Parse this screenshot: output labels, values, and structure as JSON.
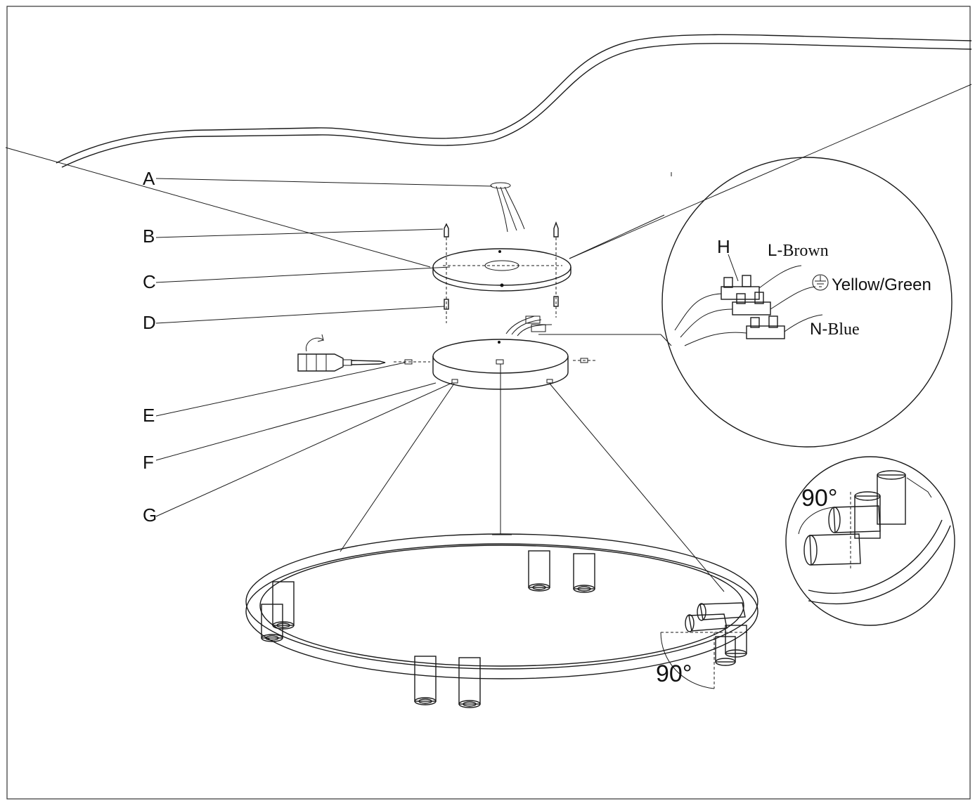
{
  "labels": {
    "a": "A",
    "b": "B",
    "c": "C",
    "d": "D",
    "e": "E",
    "f": "F",
    "g": "G",
    "h": "H"
  },
  "wiring": {
    "live_prefix": "L-",
    "live_color": "Brown",
    "earth": "Yellow/Green",
    "neutral_prefix": "N-",
    "neutral_color": "Blue"
  },
  "angles": {
    "ring_spotlight": "90°",
    "detail_spotlight": "90°"
  }
}
